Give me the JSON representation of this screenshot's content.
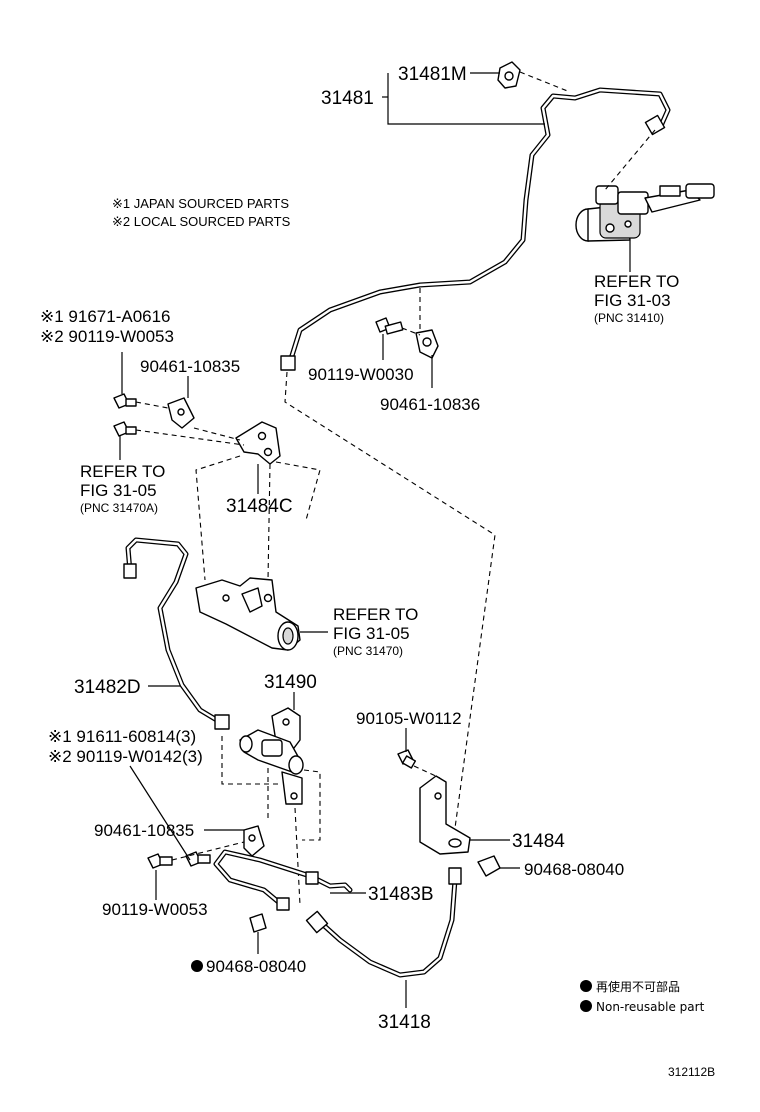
{
  "legend_notes": {
    "note1": "※1  JAPAN SOURCED PARTS",
    "note2": "※2  LOCAL SOURCED PARTS"
  },
  "parts": {
    "p31481M": "31481M",
    "p31481": "31481",
    "p90119_W0030": "90119-W0030",
    "p90461_10836": "90461-10836",
    "p91671_A0616": "※1 91671-A0616",
    "p90119_W0053_top": "※2 90119-W0053",
    "p90461_10835_top": "90461-10835",
    "p31484C": "31484C",
    "p31482D": "31482D",
    "p31490": "31490",
    "p91611_60814": "※1 91611-60814(3)",
    "p90119_W0142": "※2 90119-W0142(3)",
    "p90105_W0112": "90105-W0112",
    "p90461_10835_bot": "90461-10835",
    "p31484": "31484",
    "p90468_08040_right": "90468-08040",
    "p31483B": "31483B",
    "p90119_W0053_bot": "90119-W0053",
    "p90468_08040_bot": "90468-08040",
    "p31418": "31418"
  },
  "references": {
    "ref1": {
      "l1": "REFER TO",
      "l2": "FIG 31-03",
      "l3": "(PNC 31410)"
    },
    "ref2": {
      "l1": "REFER TO",
      "l2": "FIG 31-05",
      "l3": "(PNC 31470A)"
    },
    "ref3": {
      "l1": "REFER TO",
      "l2": "FIG 31-05",
      "l3": "(PNC 31470)"
    }
  },
  "legend": {
    "nonreusable_jp": "再使用不可部品",
    "nonreusable_en": "Non-reusable part"
  },
  "diagram_id": "312112B"
}
